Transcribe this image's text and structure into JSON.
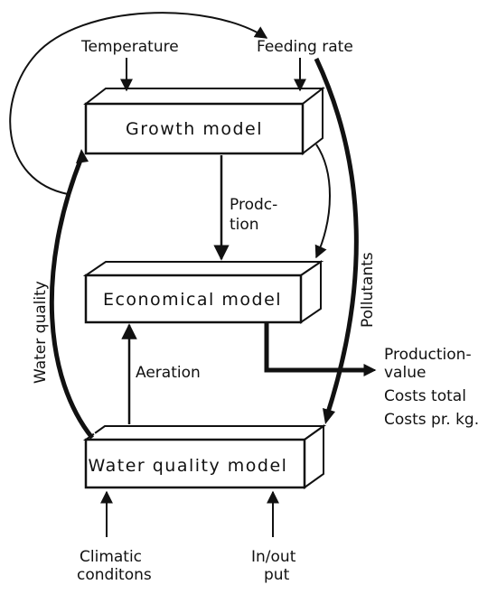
{
  "diagram": {
    "models": {
      "growth": "Growth  model",
      "economical": "Economical model",
      "water_quality": "Water  quality model"
    },
    "inputs": {
      "temperature": "Temperature",
      "feeding_rate": "Feeding rate",
      "climatic_line1": "Climatic",
      "climatic_line2": "conditons",
      "inout_line1": "In/out",
      "inout_line2": "put"
    },
    "flows": {
      "production_line1": "Prodc-",
      "production_line2": "tion",
      "aeration": "Aeration",
      "water_quality": "Water  quality",
      "pollutants": "Pollutants"
    },
    "outputs": {
      "production_value_line1": "Production-",
      "production_value_line2": "value",
      "costs_total": "Costs total",
      "costs_per_kg": "Costs pr. kg."
    }
  }
}
